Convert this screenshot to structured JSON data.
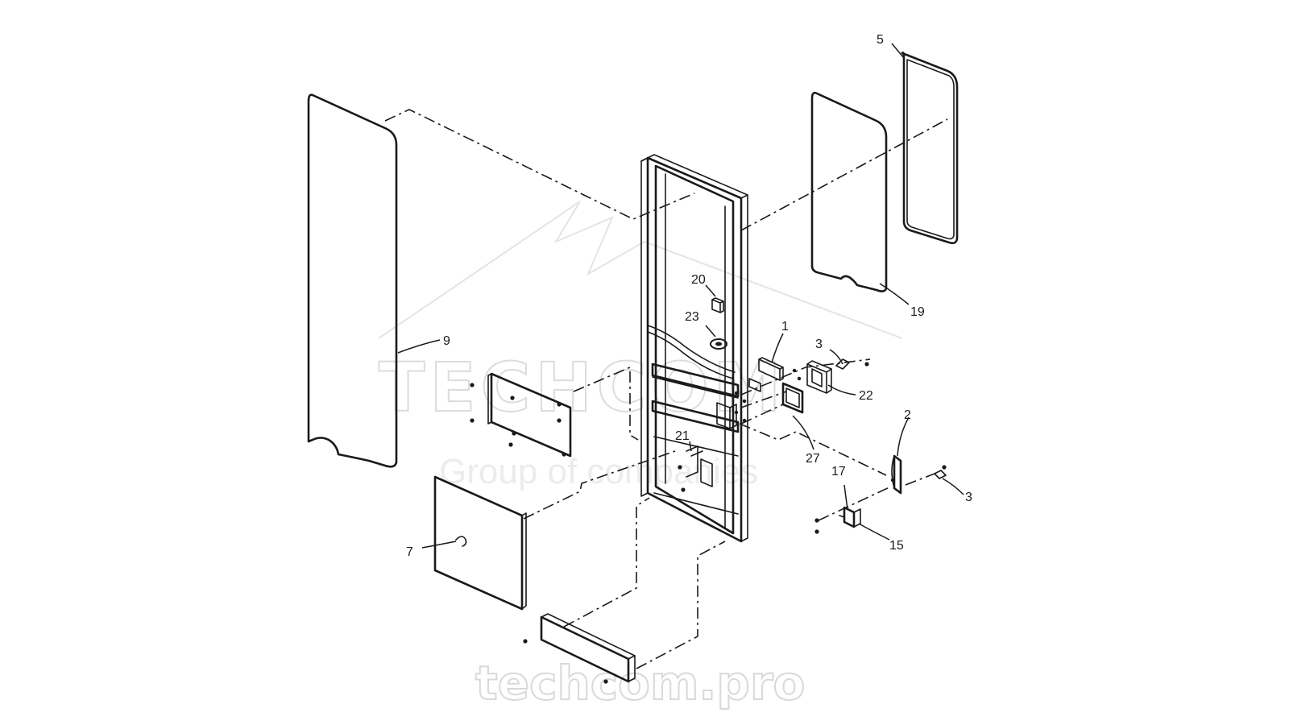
{
  "watermark": {
    "brand": "TECHCOM",
    "tagline": "Group of companies",
    "url": "techcom.pro"
  },
  "callouts": {
    "c1": "1",
    "c2": "2",
    "c3a": "3",
    "c3b": "3",
    "c5": "5",
    "c7": "7",
    "c9": "9",
    "c15": "15",
    "c17": "17",
    "c19": "19",
    "c20": "20",
    "c21": "21",
    "c22": "22",
    "c23": "23",
    "c27": "27"
  }
}
